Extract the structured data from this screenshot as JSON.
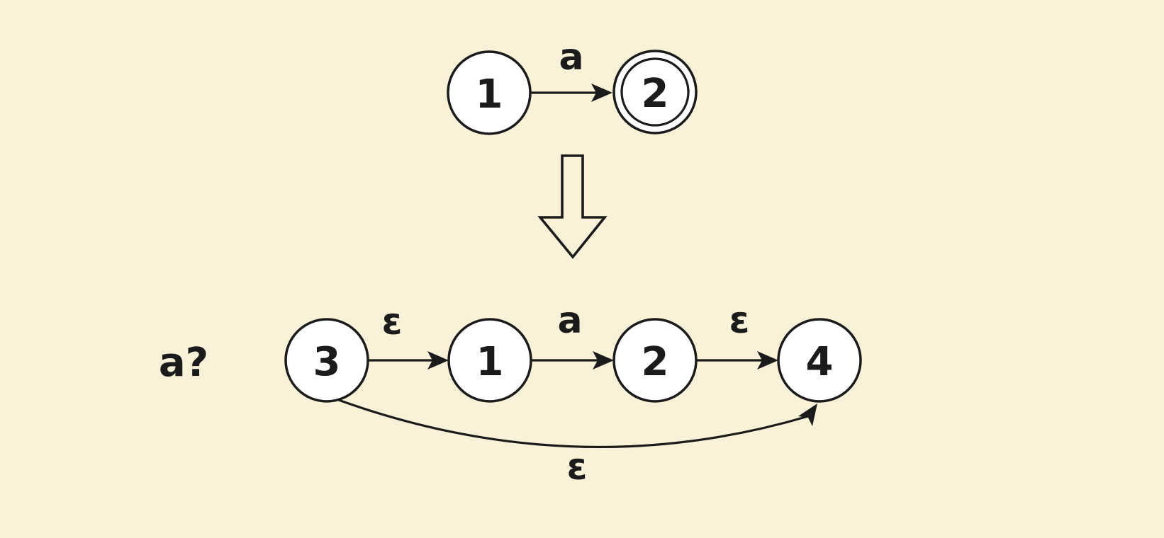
{
  "colors": {
    "background": "#FAF2D8",
    "stroke": "#1B1B1B",
    "state_fill": "#FFFFFF"
  },
  "top_machine": {
    "states": [
      {
        "id": "1",
        "accepting": false
      },
      {
        "id": "2",
        "accepting": true
      }
    ],
    "transitions": [
      {
        "from": "1",
        "to": "2",
        "label": "a"
      }
    ]
  },
  "transform_arrow_icon": "big-down-arrow",
  "bottom_machine": {
    "regex_label": "a?",
    "states": [
      {
        "id": "3",
        "accepting": false
      },
      {
        "id": "1",
        "accepting": false
      },
      {
        "id": "2",
        "accepting": false
      },
      {
        "id": "4",
        "accepting": false
      }
    ],
    "transitions": [
      {
        "from": "3",
        "to": "1",
        "label": "ε",
        "curved": false
      },
      {
        "from": "1",
        "to": "2",
        "label": "a",
        "curved": false
      },
      {
        "from": "2",
        "to": "4",
        "label": "ε",
        "curved": false
      },
      {
        "from": "3",
        "to": "4",
        "label": "ε",
        "curved": true
      }
    ]
  }
}
